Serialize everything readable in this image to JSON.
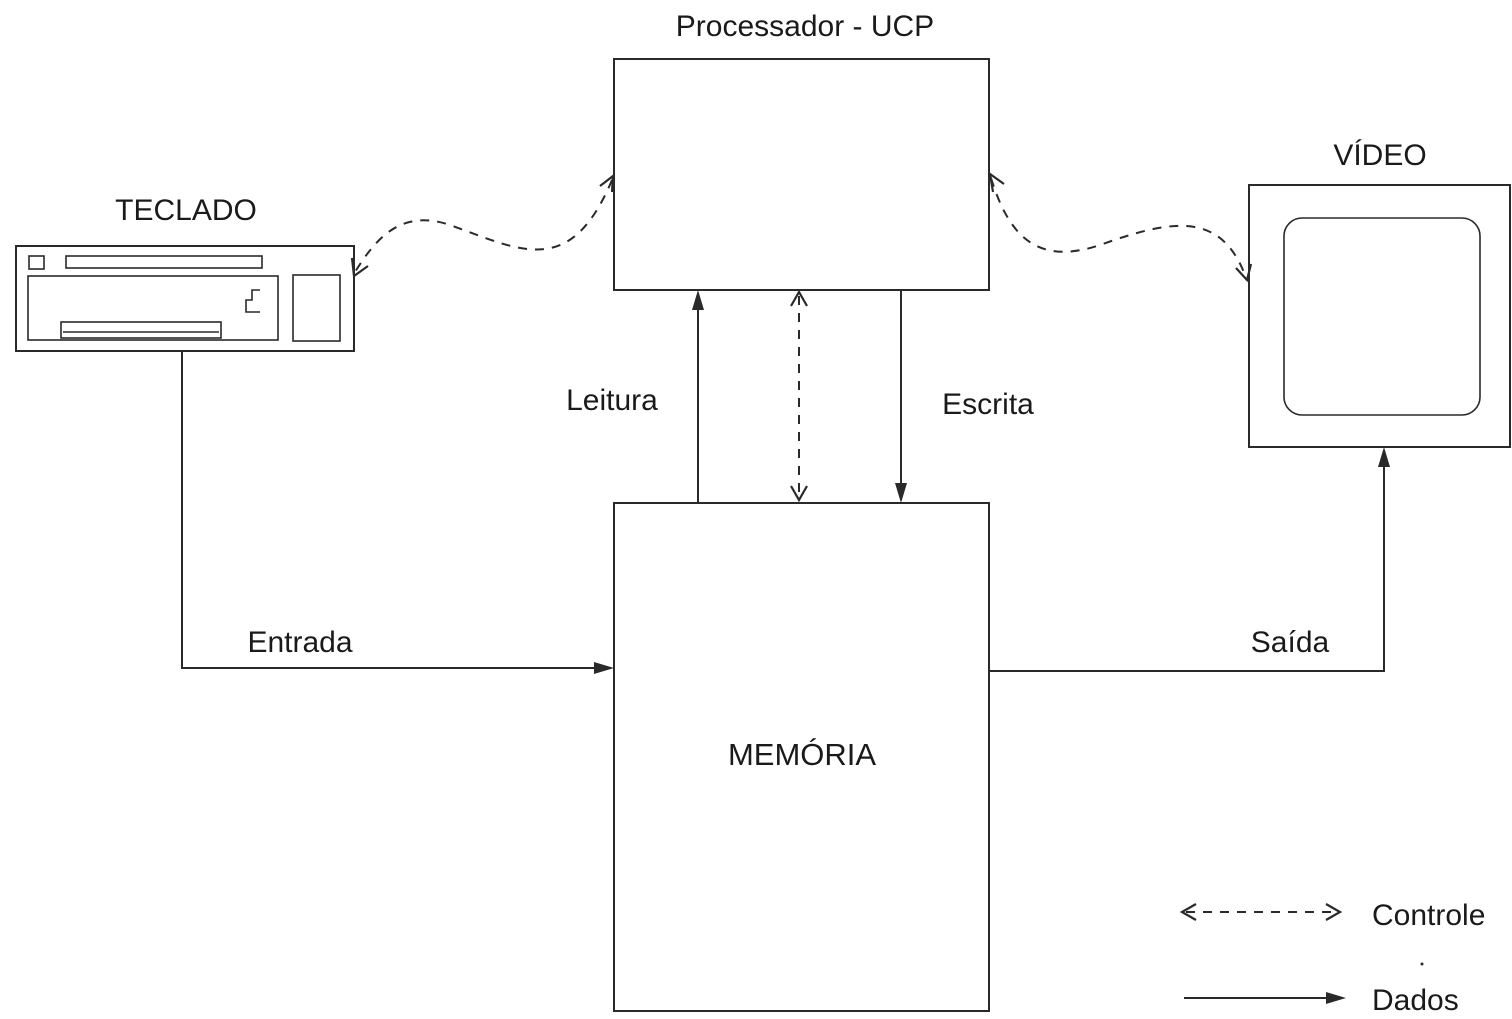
{
  "diagram": {
    "nodes": {
      "processor": {
        "label": "Processador - UCP"
      },
      "memory": {
        "label": "MEMÓRIA"
      },
      "keyboard": {
        "label": "TECLADO",
        "icon": "keyboard-icon"
      },
      "video": {
        "label": "VÍDEO",
        "icon": "monitor-icon"
      }
    },
    "edges": [
      {
        "from": "memory",
        "to": "processor",
        "type": "Dados",
        "label": "Leitura"
      },
      {
        "from": "processor",
        "to": "memory",
        "type": "Dados",
        "label": "Escrita"
      },
      {
        "from": "processor",
        "to": "memory",
        "type": "Controle",
        "label": ""
      },
      {
        "from": "keyboard",
        "to": "memory",
        "type": "Dados",
        "label": "Entrada"
      },
      {
        "from": "memory",
        "to": "video",
        "type": "Dados",
        "label": "Saída"
      },
      {
        "from": "processor",
        "to": "keyboard",
        "type": "Controle",
        "label": ""
      },
      {
        "from": "processor",
        "to": "video",
        "type": "Controle",
        "label": ""
      }
    ],
    "edge_labels": {
      "leitura": "Leitura",
      "escrita": "Escrita",
      "entrada": "Entrada",
      "saida": "Saída"
    },
    "legend": {
      "control_label": "Controle",
      "data_label": "Dados"
    }
  }
}
